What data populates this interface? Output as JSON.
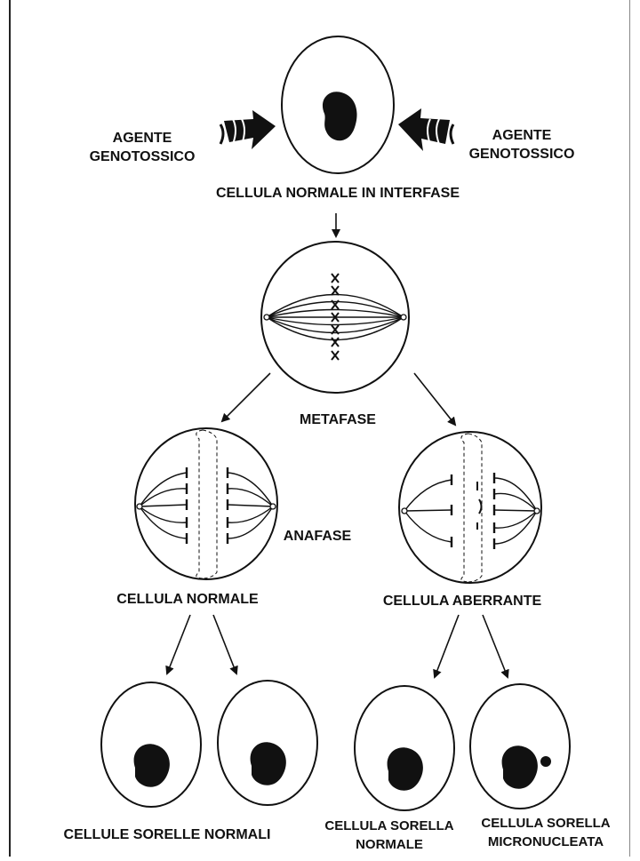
{
  "labels": {
    "agent_left_line1": "AGENTE",
    "agent_left_line2": "GENOTOSSICO",
    "agent_right_line1": "AGENTE",
    "agent_right_line2": "GENOTOSSICO",
    "interphase": "CELLULA NORMALE IN INTERFASE",
    "metaphase": "METAFASE",
    "anaphase": "ANAFASE",
    "normal_cell": "CELLULA NORMALE",
    "aberrant_cell": "CELLULA ABERRANTE",
    "sister_normals": "CELLULE SORELLE NORMALI",
    "sister_normal_line1": "CELLULA SORELLA",
    "sister_normal_line2": "NORMALE",
    "sister_micro_line1": "CELLULA SORELLA",
    "sister_micro_line2": "MICRONUCLEATA"
  },
  "colors": {
    "ink": "#111111",
    "background": "#ffffff"
  }
}
